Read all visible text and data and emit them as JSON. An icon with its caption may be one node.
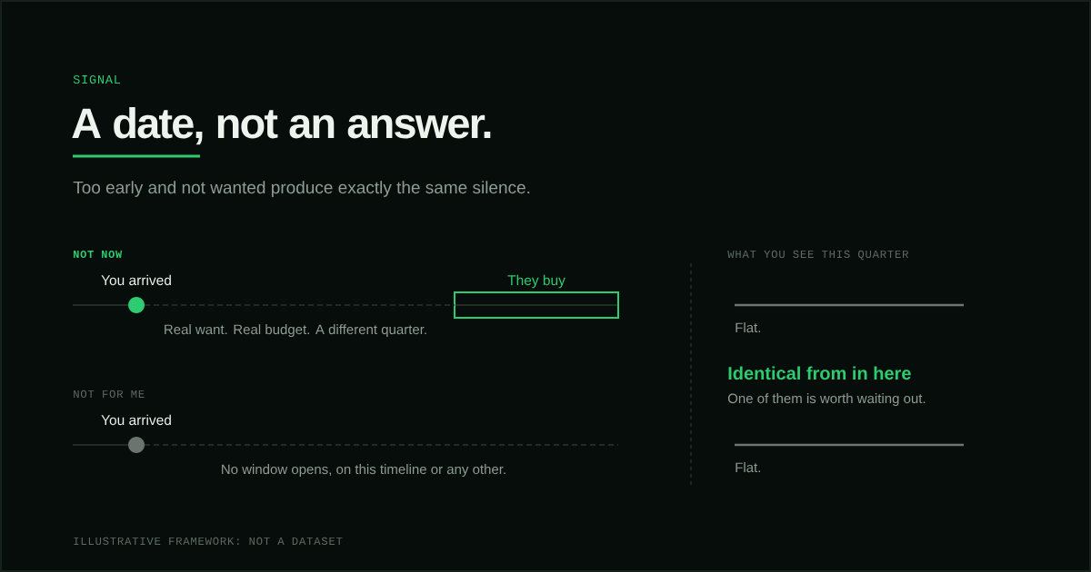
{
  "diagram": {
    "title": "A date, not an answer.",
    "nodes": [
      {
        "text": [
          "You arrived"
        ]
      },
      {
        "text": [
          "They buy"
        ]
      },
      {
        "text": [
          "You arrived"
        ]
      }
    ],
    "edges": [
      {
        "from": 0,
        "to": 1,
        "arrow": "none",
        "style": "dashed"
      },
      {
        "from": 2,
        "to": null,
        "arrow": "none",
        "style": "dashed"
      }
    ],
    "labels": [
      "SIGNAL",
      "Too early and not wanted produce exactly the same silence.",
      "NOT NOW",
      "Real want. Real budget. A different quarter.",
      "NOT FOR ME",
      "No window opens, on this timeline or any other.",
      "WHAT YOU SEE THIS QUARTER",
      "Flat.",
      "Identical from in here",
      "One of them is worth waiting out.",
      "Flat.",
      "ILLUSTRATIVE FRAMEWORK: NOT A DATASET"
    ]
  }
}
